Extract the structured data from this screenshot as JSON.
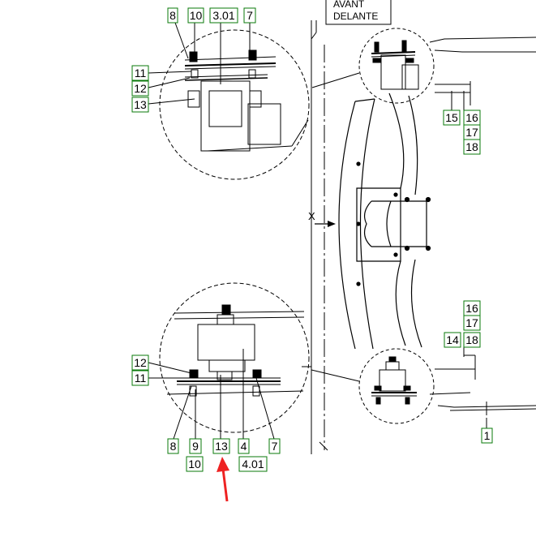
{
  "front_label": {
    "line1": "AVANT",
    "line2": "DELANTE"
  },
  "view_marker": "X",
  "labels": {
    "top_detail": {
      "callout_8": "8",
      "callout_10": "10",
      "callout_3_01": "3.01",
      "callout_7": "7",
      "callout_11": "11",
      "callout_12": "12",
      "callout_13": "13"
    },
    "top_right": {
      "callout_15": "15",
      "callout_16": "16",
      "callout_17": "17",
      "callout_18": "18"
    },
    "bottom_detail": {
      "callout_12": "12",
      "callout_11": "11",
      "callout_8": "8",
      "callout_9": "9",
      "callout_10": "10",
      "callout_13": "13",
      "callout_4": "4",
      "callout_4_01": "4.01",
      "callout_7": "7"
    },
    "bottom_right": {
      "callout_16": "16",
      "callout_17": "17",
      "callout_14": "14",
      "callout_18": "18",
      "callout_1": "1"
    }
  },
  "colors": {
    "callout_border": "#0a7a0a",
    "line": "#000000",
    "highlight_arrow": "#ee2222"
  }
}
